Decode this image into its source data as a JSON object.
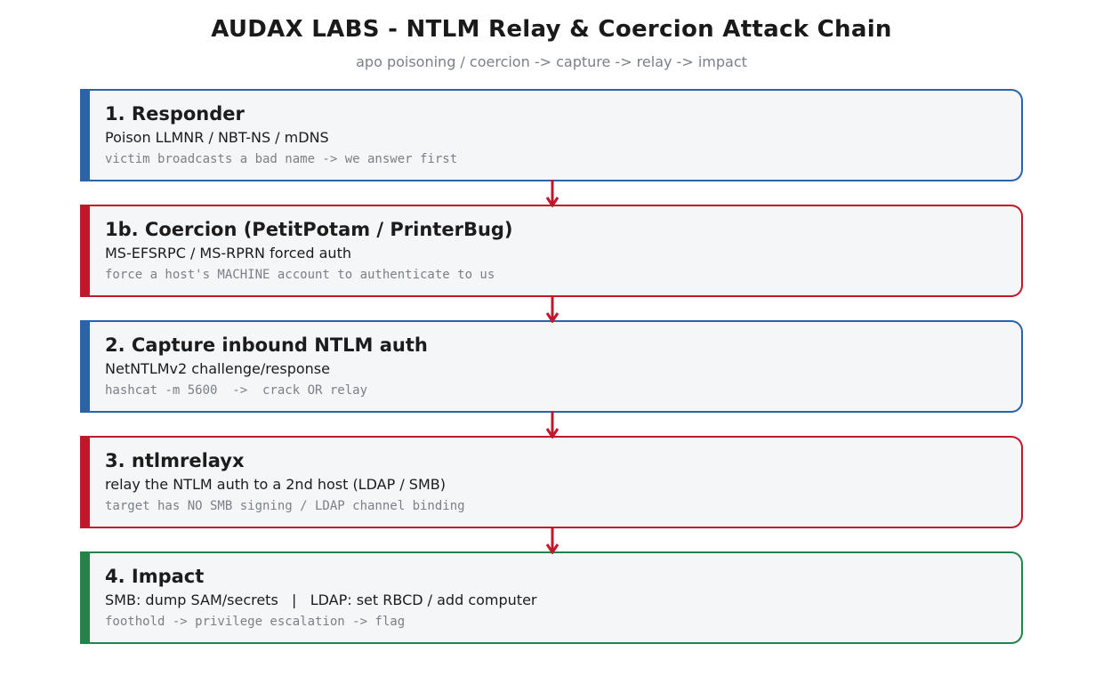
{
  "title": "AUDAX LABS - NTLM Relay & Coercion Attack Chain",
  "subtitle": "apo poisoning / coercion -> capture -> relay -> impact",
  "colors": {
    "blue": "#2b63aa",
    "red": "#c0182a",
    "green": "#23844a",
    "box_fill": "#f5f6f8",
    "muted_text": "#7b7f87"
  },
  "steps": [
    {
      "title": "1. Responder",
      "description": "Poison LLMNR / NBT-NS / mDNS",
      "note": "victim broadcasts a bad name -> we answer first",
      "color": "blue"
    },
    {
      "title": "1b. Coercion (PetitPotam / PrinterBug)",
      "description": "MS-EFSRPC / MS-RPRN forced auth",
      "note": "force a host's MACHINE account to authenticate to us",
      "color": "red"
    },
    {
      "title": "2. Capture inbound NTLM auth",
      "description": "NetNTLMv2 challenge/response",
      "note": "hashcat -m 5600  ->  crack OR relay",
      "color": "blue"
    },
    {
      "title": "3. ntlmrelayx",
      "description": "relay the NTLM auth to a 2nd host (LDAP / SMB)",
      "note": "target has NO SMB signing / LDAP channel binding",
      "color": "red"
    },
    {
      "title": "4. Impact",
      "description": "SMB: dump SAM/secrets   |   LDAP: set RBCD / add computer",
      "note": "foothold -> privilege escalation -> flag",
      "color": "green"
    }
  ]
}
